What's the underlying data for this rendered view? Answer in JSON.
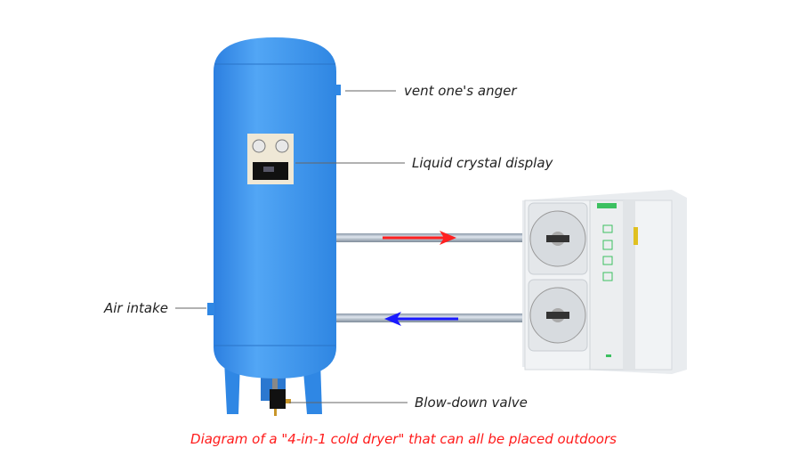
{
  "labels": {
    "vent": "vent one's anger",
    "display": "Liquid crystal display",
    "air_intake": "Air intake",
    "blowdown": "Blow-down valve"
  },
  "caption": "Diagram of a \"4-in-1 cold dryer\" that can all be placed outdoors",
  "colors": {
    "tank": "#3a8fe8",
    "caption": "#ff1a1a",
    "hot_arrow": "#ff2020",
    "cold_arrow": "#1a1aff",
    "unit_accent": "#3cc060"
  }
}
